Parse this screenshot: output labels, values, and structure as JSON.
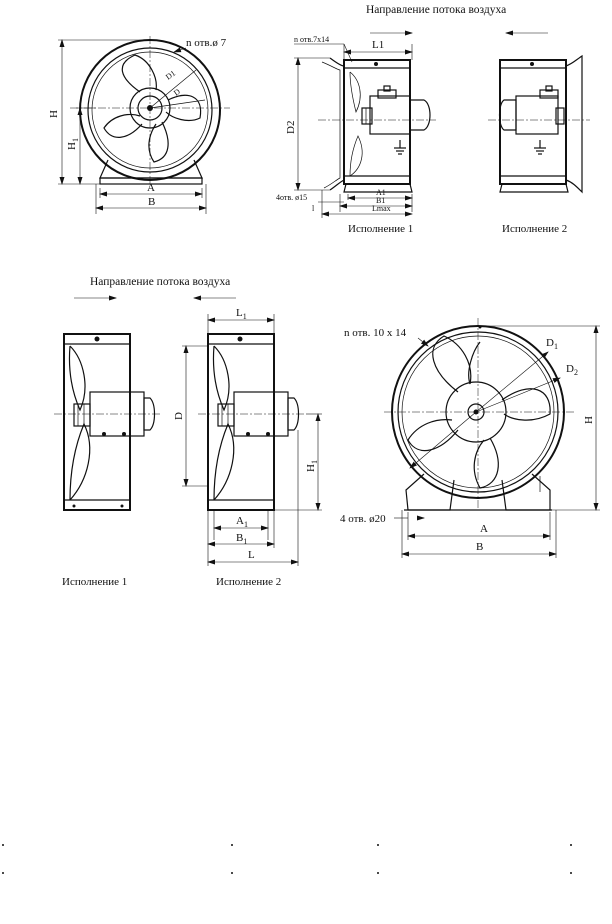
{
  "top": {
    "flow_title": "Направление потока воздуха",
    "front": {
      "holes": "n отв.ø 7",
      "H": "H",
      "H1": "H",
      "H1_sub": "1",
      "A": "A",
      "B": "B",
      "D": "D",
      "D1": "D1"
    },
    "side1": {
      "holes_top": "n отв.7x14",
      "L1": "L1",
      "D2": "D2",
      "holes_bottom": "4отв. ø15",
      "A1": "A1",
      "B1": "B1",
      "Lmax": "Lmax",
      "l": "l",
      "caption": "Исполнение 1"
    },
    "side2": {
      "caption": "Исполнение 2"
    }
  },
  "bottom": {
    "flow_title": "Направление потока воздуха",
    "variant1": {
      "caption": "Исполнение 1"
    },
    "variant2": {
      "L1": "L",
      "L1_sub": "1",
      "D": "D",
      "H1": "H",
      "H1_sub": "1",
      "A1": "A",
      "A1_sub": "1",
      "B1": "B",
      "B1_sub": "1",
      "L": "L",
      "caption": "Исполнение 2"
    },
    "front": {
      "holes_top": "n отв. 10 x 14",
      "D1": "D",
      "D1_sub": "1",
      "D2": "D",
      "D2_sub": "2",
      "H": "H",
      "holes_bottom": "4 отв. ø20",
      "A": "A",
      "B": "B"
    }
  }
}
